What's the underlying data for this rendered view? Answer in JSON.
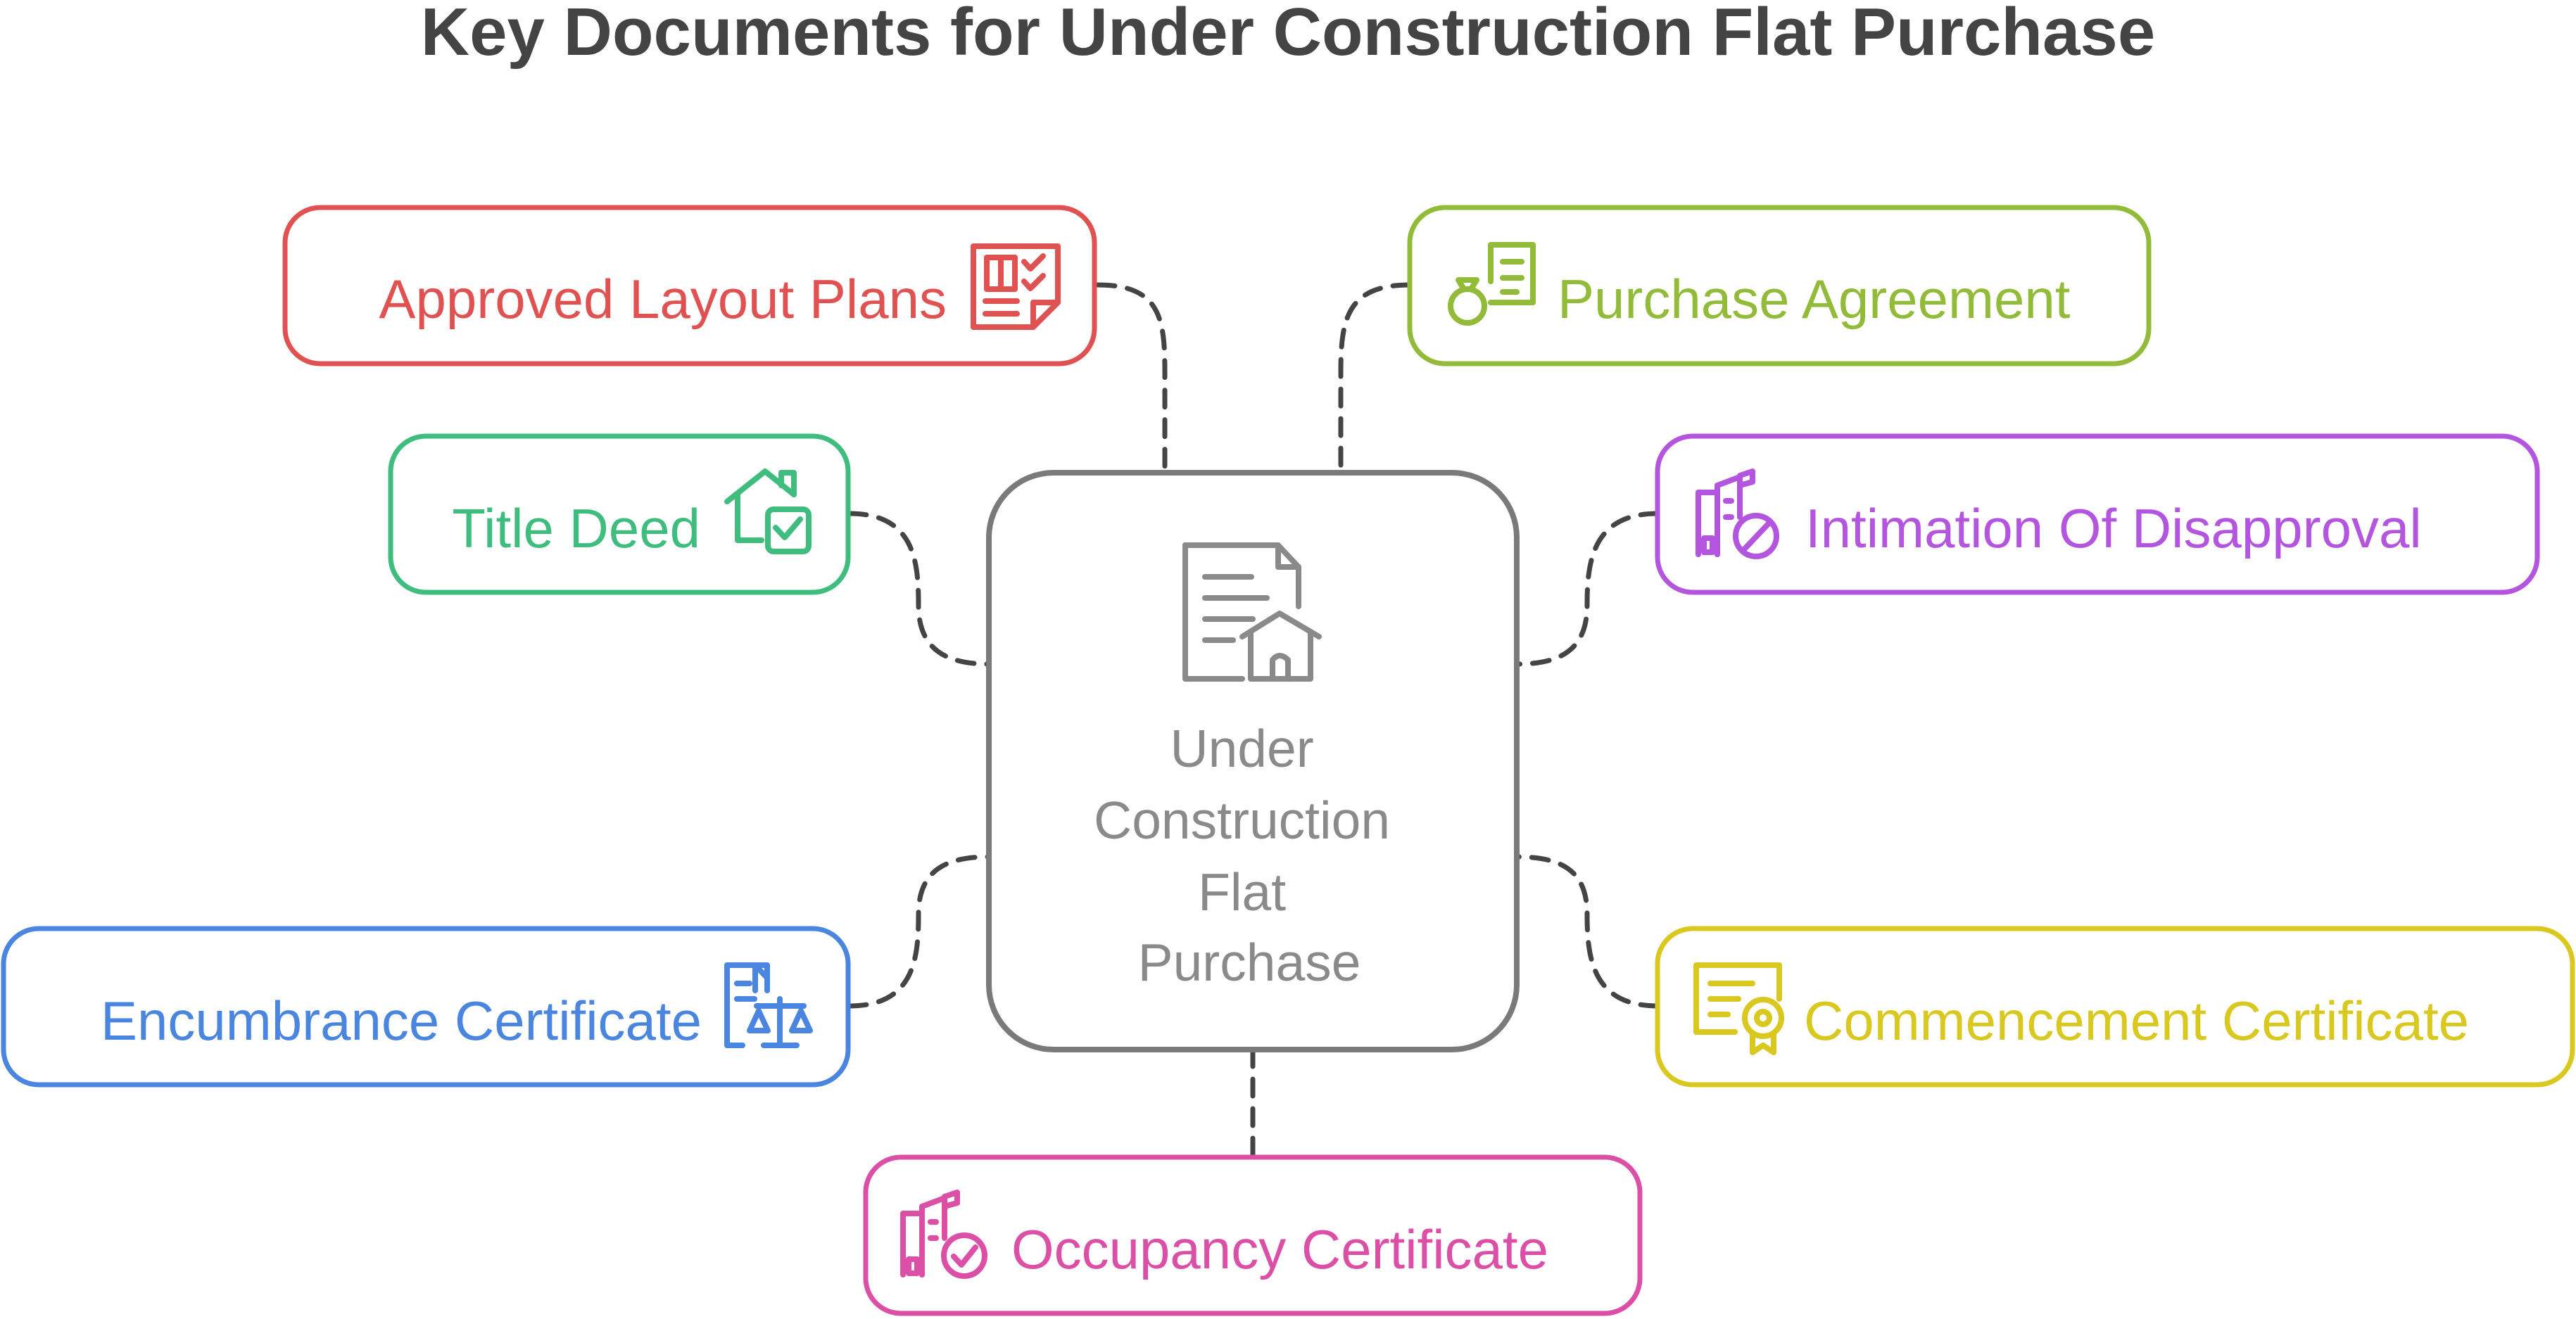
{
  "title": "Key Documents for Under Construction Flat Purchase",
  "center": {
    "label_lines": [
      "Under",
      "Construction",
      "Flat",
      "Purchase"
    ],
    "icon": "document-house-icon",
    "color": "#8a8a8a"
  },
  "nodes": [
    {
      "id": "approved-layout-plans",
      "label": "Approved Layout Plans",
      "icon": "layout-plan-checklist-icon",
      "color": "#e05252"
    },
    {
      "id": "purchase-agreement",
      "label": "Purchase Agreement",
      "icon": "ring-contract-icon",
      "color": "#93bb3a"
    },
    {
      "id": "title-deed",
      "label": "Title Deed",
      "icon": "house-check-icon",
      "color": "#3ebd7e"
    },
    {
      "id": "intimation-of-disapproval",
      "label": "Intimation Of Disapproval",
      "icon": "building-ban-icon",
      "color": "#b455e0"
    },
    {
      "id": "encumbrance-certificate",
      "label": "Encumbrance Certificate",
      "icon": "document-scales-icon",
      "color": "#4a86df"
    },
    {
      "id": "commencement-certificate",
      "label": "Commencement Certificate",
      "icon": "certificate-badge-icon",
      "color": "#d9c81f"
    },
    {
      "id": "occupancy-certificate",
      "label": "Occupancy Certificate",
      "icon": "building-check-icon",
      "color": "#dc4fa6"
    }
  ],
  "colors": {
    "title": "#444444",
    "connector": "#444444",
    "center_border": "#7a7a7a"
  }
}
